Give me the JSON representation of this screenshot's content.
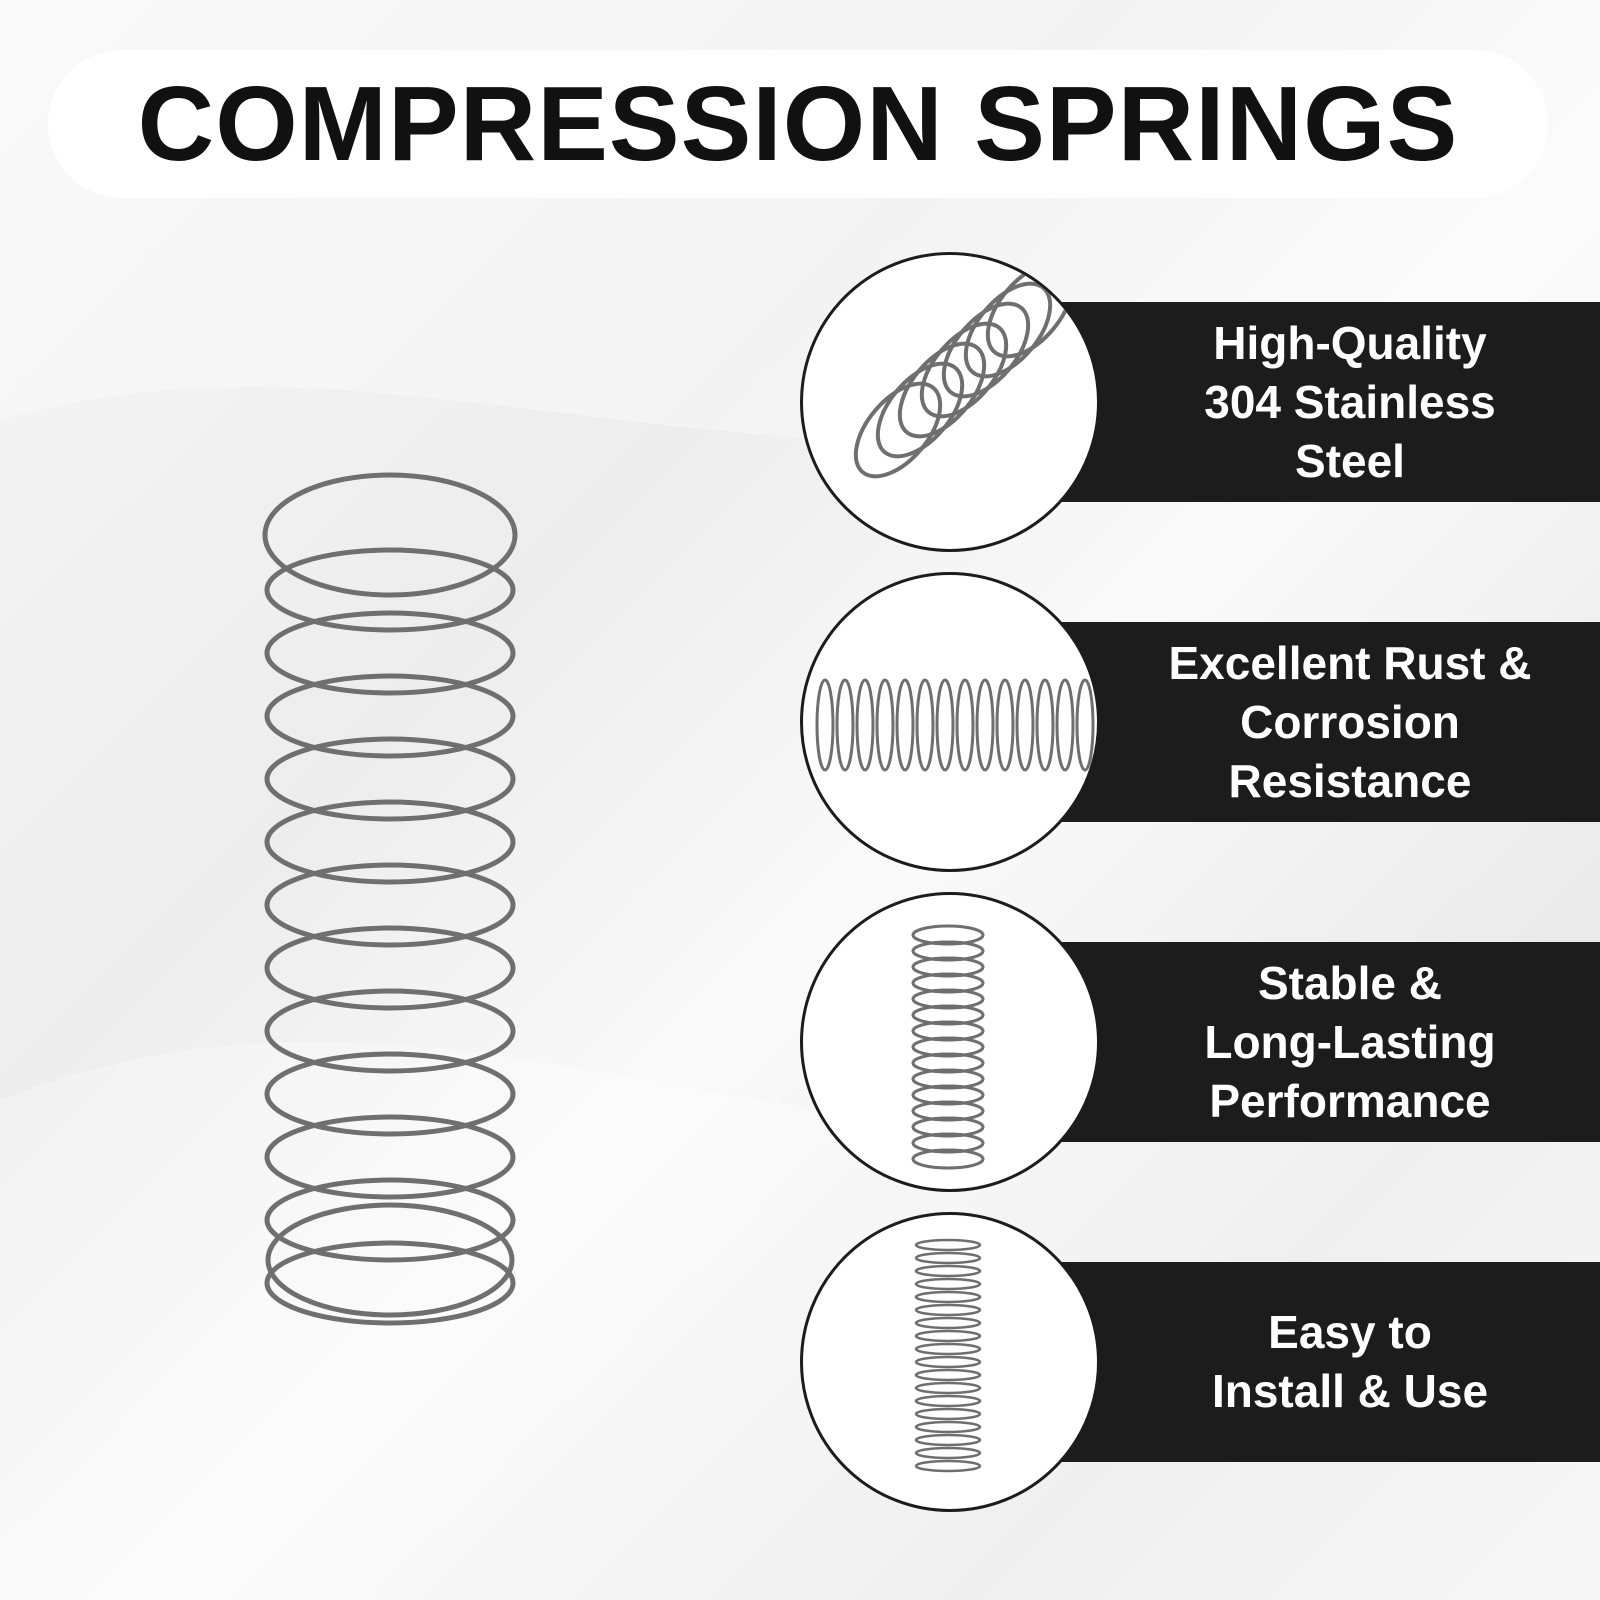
{
  "title": "COMPRESSION SPRINGS",
  "colors": {
    "band": "#1c1c1c",
    "title_text": "#111111",
    "spring_steel": "#6f6f6f"
  },
  "features": [
    {
      "icon": "angled-spring-icon",
      "label": "High-Quality\n304 Stainless\nSteel"
    },
    {
      "icon": "horizontal-spring-icon",
      "label": "Excellent Rust &\nCorrosion\nResistance"
    },
    {
      "icon": "vertical-spring-icon",
      "label": "Stable &\nLong-Lasting\nPerformance"
    },
    {
      "icon": "thin-spring-icon",
      "label": "Easy to\nInstall & Use"
    }
  ]
}
